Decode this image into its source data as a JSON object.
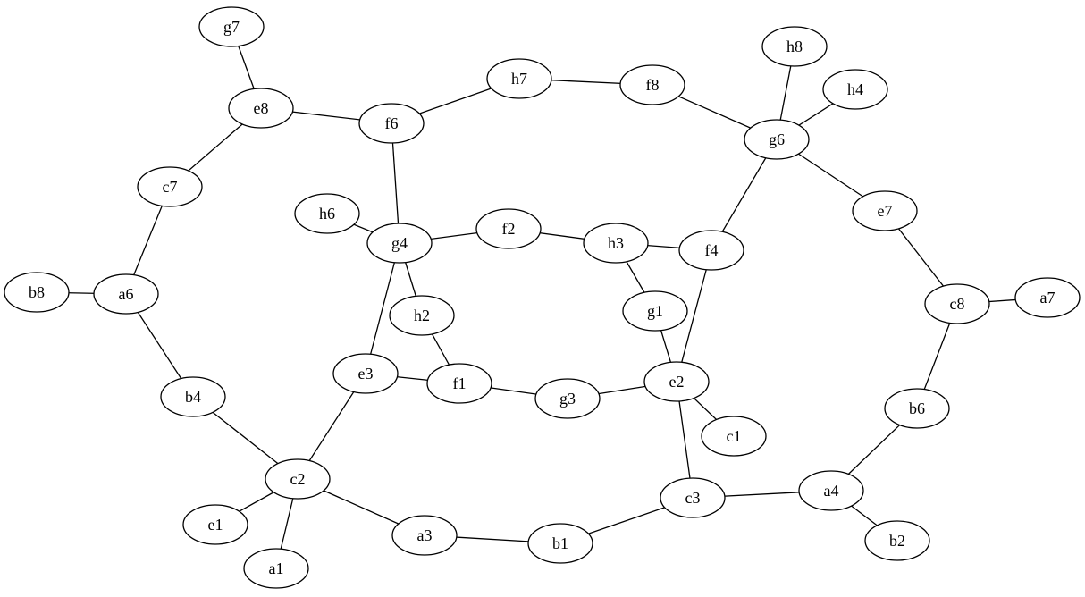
{
  "graph": {
    "nodes": [
      "g7",
      "e8",
      "f6",
      "h7",
      "f8",
      "h8",
      "h4",
      "g6",
      "c7",
      "h6",
      "g4",
      "f2",
      "h3",
      "f4",
      "e7",
      "b8",
      "a6",
      "h2",
      "g1",
      "c8",
      "a7",
      "e3",
      "f1",
      "g3",
      "e2",
      "b4",
      "b6",
      "c1",
      "c2",
      "a4",
      "c3",
      "e1",
      "a3",
      "b1",
      "b2",
      "a1"
    ],
    "edges": [
      [
        "g7",
        "e8"
      ],
      [
        "e8",
        "f6"
      ],
      [
        "e8",
        "c7"
      ],
      [
        "f6",
        "h7"
      ],
      [
        "h7",
        "f8"
      ],
      [
        "f8",
        "g6"
      ],
      [
        "h8",
        "g6"
      ],
      [
        "h4",
        "g6"
      ],
      [
        "g6",
        "f4"
      ],
      [
        "g6",
        "e7"
      ],
      [
        "e7",
        "c8"
      ],
      [
        "c8",
        "a7"
      ],
      [
        "c8",
        "b6"
      ],
      [
        "b6",
        "a4"
      ],
      [
        "a4",
        "b2"
      ],
      [
        "a4",
        "c3"
      ],
      [
        "c3",
        "b1"
      ],
      [
        "c3",
        "e2"
      ],
      [
        "b1",
        "a3"
      ],
      [
        "a3",
        "c2"
      ],
      [
        "c2",
        "e1"
      ],
      [
        "c2",
        "a1"
      ],
      [
        "c2",
        "b4"
      ],
      [
        "c2",
        "e3"
      ],
      [
        "b4",
        "a6"
      ],
      [
        "a6",
        "b8"
      ],
      [
        "a6",
        "c7"
      ],
      [
        "f6",
        "g4"
      ],
      [
        "h6",
        "g4"
      ],
      [
        "g4",
        "f2"
      ],
      [
        "f2",
        "h3"
      ],
      [
        "h3",
        "f4"
      ],
      [
        "h3",
        "g1"
      ],
      [
        "g1",
        "e2"
      ],
      [
        "f4",
        "e2"
      ],
      [
        "e2",
        "c1"
      ],
      [
        "e2",
        "g3"
      ],
      [
        "g3",
        "f1"
      ],
      [
        "f1",
        "e3"
      ],
      [
        "e3",
        "g4"
      ],
      [
        "g4",
        "h2"
      ],
      [
        "h2",
        "f1"
      ]
    ]
  }
}
